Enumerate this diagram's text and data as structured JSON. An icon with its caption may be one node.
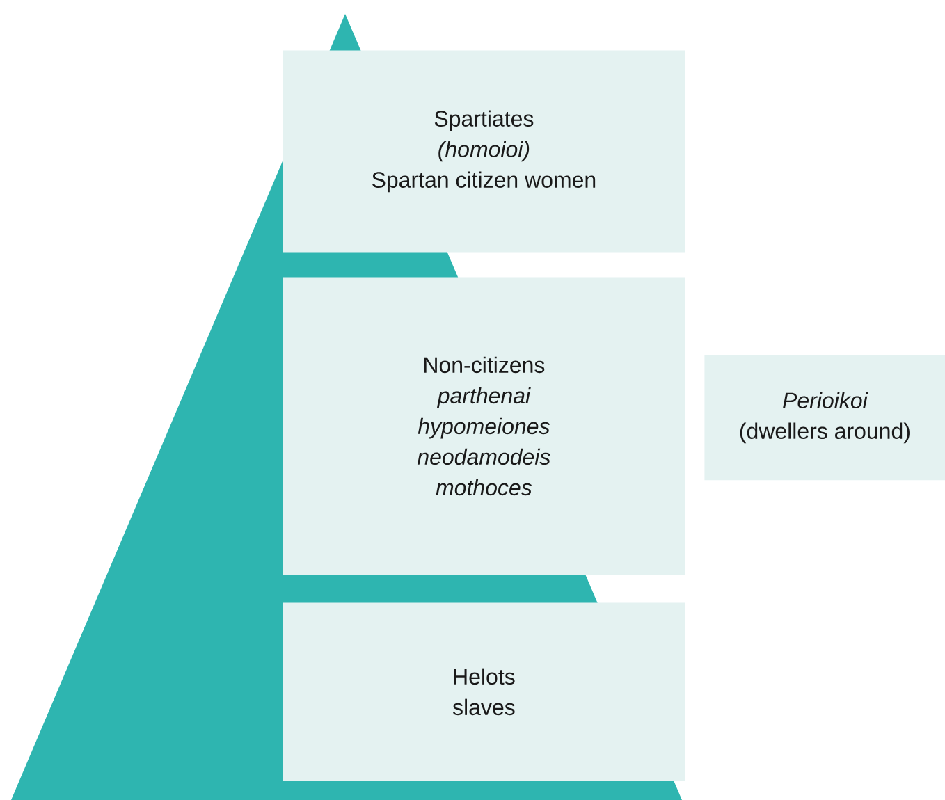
{
  "diagram": {
    "nodes": [
      {
        "text": [
          "Spartiates",
          "(homoioi)",
          "Spartan citizen women"
        ]
      },
      {
        "text": [
          "Non-citizens",
          "parthenai",
          "hypomeiones",
          "neodamodeis",
          "mothoces"
        ]
      },
      {
        "text": [
          "Helots",
          "slaves"
        ]
      },
      {
        "text": [
          "Perioikoi",
          "(dwellers around)"
        ]
      }
    ]
  }
}
